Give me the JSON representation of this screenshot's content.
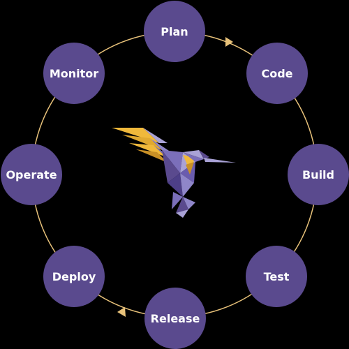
{
  "colors": {
    "background": "#000000",
    "node_fill": "#5a4a8e",
    "node_text": "#ffffff",
    "ring": "#e8c27a",
    "arrow": "#e8c27a",
    "bird_purple_light": "#a9a2d6",
    "bird_purple_mid": "#7b6fba",
    "bird_purple_dark": "#4d3f88",
    "bird_gold": "#f0b93b",
    "bird_gold_dark": "#c99026"
  },
  "stages": [
    {
      "label": "Plan"
    },
    {
      "label": "Code"
    },
    {
      "label": "Build"
    },
    {
      "label": "Test"
    },
    {
      "label": "Release"
    },
    {
      "label": "Deploy"
    },
    {
      "label": "Operate"
    },
    {
      "label": "Monitor"
    }
  ],
  "center_icon": "hummingbird-logo"
}
